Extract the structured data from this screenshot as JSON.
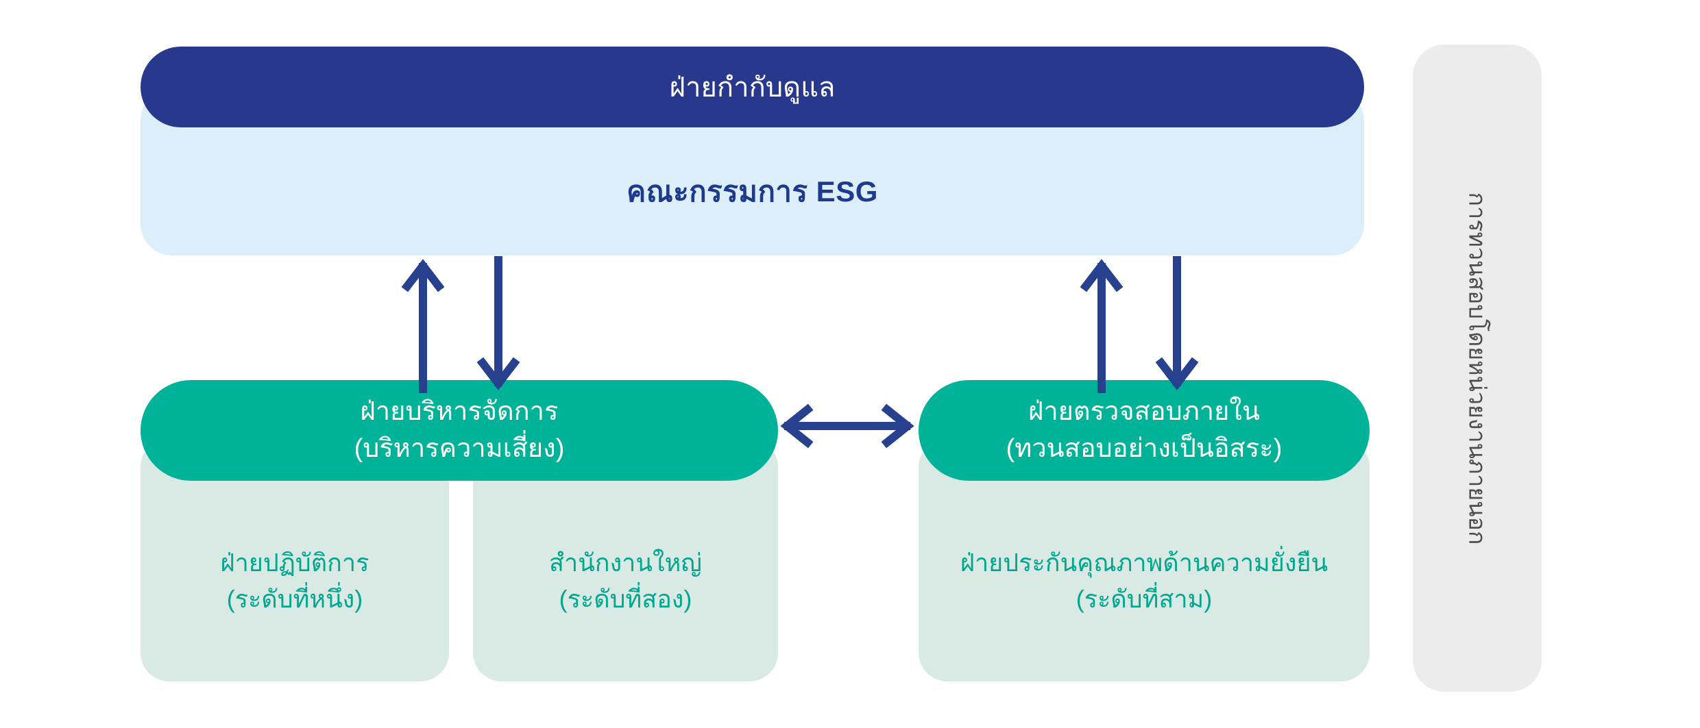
{
  "colors": {
    "navy": "#28388c",
    "light_blue": "#dbeefa",
    "navy_text": "#1f3a8c",
    "teal": "#00b297",
    "light_green": "#d9eae4",
    "teal_text": "#00a78e",
    "gray_bar": "#ececec",
    "gray_text": "#4d4d4d",
    "arrow": "#27418f"
  },
  "governance": {
    "title": "ฝ่ายกำกับดูแล",
    "committee": "คณะกรรมการ ESG"
  },
  "management": {
    "title": "ฝ่ายบริหารจัดการ",
    "subtitle": "(บริหารความเสี่ยง)"
  },
  "internal_audit": {
    "title": "ฝ่ายตรวจสอบภายใน",
    "subtitle": "(ทวนสอบอย่างเป็นอิสระ)"
  },
  "lines_of_defense": [
    {
      "title": "ฝ่ายปฏิบัติการ",
      "subtitle": "(ระดับที่หนึ่ง)"
    },
    {
      "title": "สำนักงานใหญ่",
      "subtitle": "(ระดับที่สอง)"
    },
    {
      "title": "ฝ่ายประกันคุณภาพด้านความยั่งยืน",
      "subtitle": "(ระดับที่สาม)"
    }
  ],
  "external": {
    "label": "การทวนสอบโดยหน่วยงานภายนอก"
  }
}
